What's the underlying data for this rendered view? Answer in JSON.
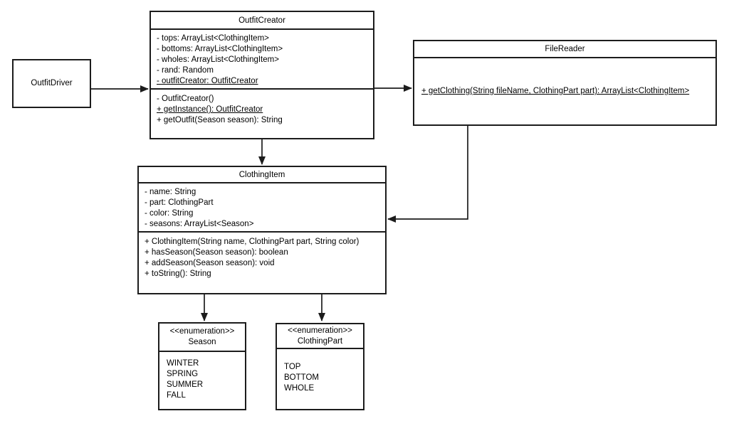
{
  "colors": {
    "background": "#ffffff",
    "border": "#1c1c1c",
    "text": "#000000"
  },
  "classes": {
    "outfit_driver": {
      "title": "OutfitDriver"
    },
    "outfit_creator": {
      "title": "OutfitCreator",
      "attributes": [
        "- tops: ArrayList<ClothingItem>",
        "- bottoms: ArrayList<ClothingItem>",
        "- wholes: ArrayList<ClothingItem>",
        "- rand: Random",
        "- outfitCreator: OutfitCreator"
      ],
      "methods": [
        "- OutfitCreator()",
        "+ getInstance(): OutfitCreator",
        "+ getOutfit(Season season): String"
      ]
    },
    "file_reader": {
      "title": "FileReader",
      "methods": [
        "+ getClothing(String fileName, ClothingPart part): ArrayList<ClothingItem>"
      ]
    },
    "clothing_item": {
      "title": "ClothingItem",
      "attributes": [
        "- name: String",
        "- part: ClothingPart",
        "- color: String",
        "- seasons: ArrayList<Season>"
      ],
      "methods": [
        "+ ClothingItem(String name, ClothingPart part, String color)",
        "+ hasSeason(Season season): boolean",
        "+ addSeason(Season season): void",
        "+ toString(): String"
      ]
    },
    "season_enum": {
      "stereotype": "<<enumeration>>",
      "title": "Season",
      "values": [
        "WINTER",
        "SPRING",
        "SUMMER",
        "FALL"
      ]
    },
    "clothing_part_enum": {
      "stereotype": "<<enumeration>>",
      "title": "ClothingPart",
      "values": [
        "TOP",
        "BOTTOM",
        "WHOLE"
      ]
    }
  }
}
